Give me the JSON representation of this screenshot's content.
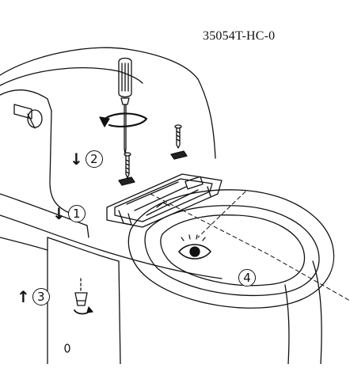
{
  "ref_code": "35054T-HC-0",
  "steps": [
    {
      "number": "1",
      "arrow": "down",
      "arrow_glyph": "↓"
    },
    {
      "number": "2",
      "arrow": "down",
      "arrow_glyph": "↓"
    },
    {
      "number": "3",
      "arrow": "up",
      "arrow_glyph": "↑"
    },
    {
      "number": "4",
      "arrow": "none",
      "arrow_glyph": ""
    }
  ],
  "icons": [
    "screwdriver-icon",
    "rotate-arrow-icon",
    "screw-icon",
    "rubber-washer-icon",
    "seat-bracket-icon",
    "eye-icon",
    "mounting-nut-icon",
    "rotate-small-arrow-icon"
  ],
  "colors": {
    "line": "#111111",
    "background": "#ffffff",
    "washer": "#222222"
  }
}
